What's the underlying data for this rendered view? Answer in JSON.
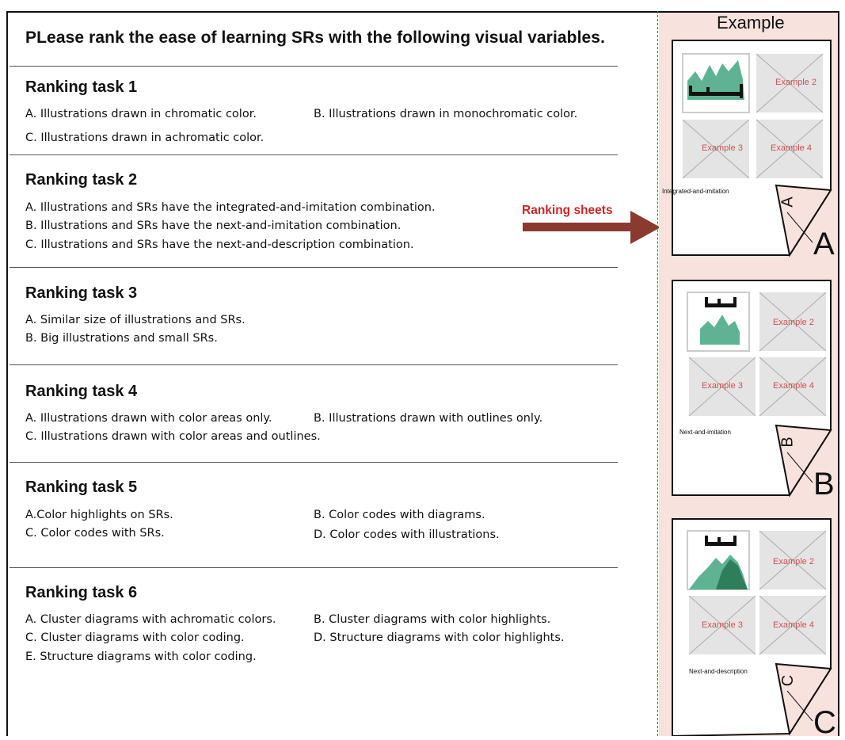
{
  "title": "PLease rank the ease of learning SRs with the following visual variables.",
  "tasks": [
    {
      "heading": "Ranking task 1",
      "options": [
        "A. Illustrations drawn in chromatic color.",
        "B. Illustrations drawn in monochromatic color.",
        "C. Illustrations drawn in achromatic color."
      ]
    },
    {
      "heading": "Ranking task 2",
      "options": [
        "A. Illustrations and SRs have the integrated-and-imitation combination.",
        "B. Illustrations and SRs have the next-and-imitation combination.",
        "C. Illustrations and SRs have the next-and-description combination."
      ]
    },
    {
      "heading": "Ranking task 3",
      "options": [
        "A. Similar size of illustrations and SRs.",
        "B. Big illustrations and small SRs."
      ]
    },
    {
      "heading": "Ranking task 4",
      "options": [
        "A. Illustrations drawn with color areas only.",
        "B. Illustrations drawn with outlines only.",
        "C. Illustrations drawn with color areas and outlines."
      ]
    },
    {
      "heading": "Ranking task 5",
      "options": [
        "A.Color highlights on SRs.",
        "B. Color codes with diagrams.",
        "C. Color codes with SRs.",
        "D. Color codes with illustrations."
      ]
    },
    {
      "heading": "Ranking task 6",
      "options": [
        "A. Cluster diagrams with achromatic colors.",
        "B. Cluster diagrams with color highlights.",
        "C. Cluster diagrams with color coding.",
        "D. Structure diagrams with color highlights.",
        "E. Structure diagrams with color coding."
      ]
    }
  ],
  "arrow_label": "Ranking sheets",
  "example_title": "Example",
  "sheets": [
    {
      "caption": "Integrated-and-imitation",
      "letter": "A",
      "examples": [
        "Example 2",
        "Example 3",
        "Example 4"
      ]
    },
    {
      "caption": "Next-and-imitation",
      "letter": "B",
      "examples": [
        "Example 2",
        "Example 3",
        "Example 4"
      ]
    },
    {
      "caption": "Next-and-description",
      "letter": "C",
      "examples": [
        "Example 2",
        "Example 3",
        "Example 4"
      ]
    }
  ],
  "colors": {
    "accent_red": "#c62828",
    "arrow": "#8b3a2f",
    "teal": "#5fb394",
    "dark_teal": "#2e7d5b",
    "panel_bg": "#f8e2de"
  }
}
